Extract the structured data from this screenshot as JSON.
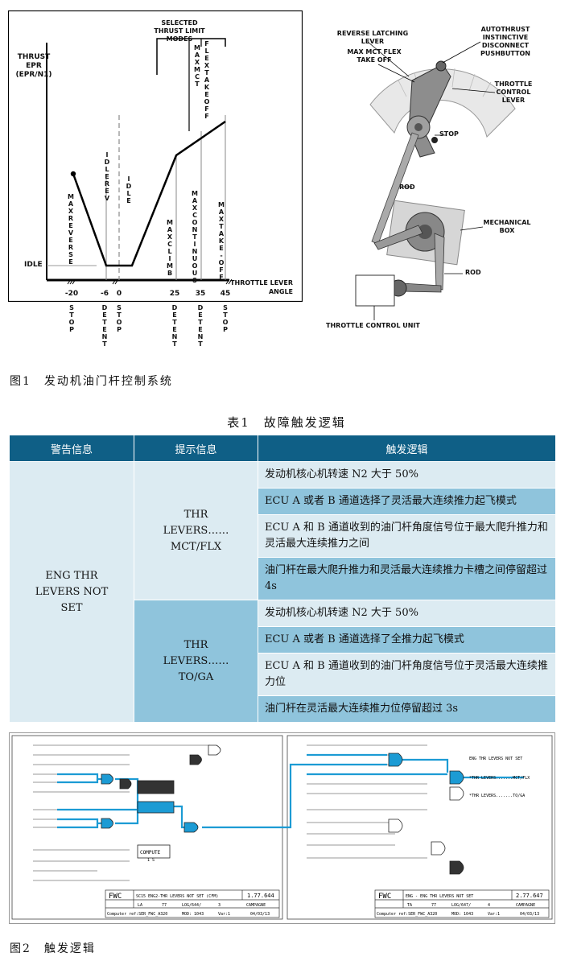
{
  "figure1": {
    "chart_data": {
      "type": "line",
      "ylabel": "THRUST\nEPR\n(EPR/N1)",
      "xlabel": "THROTTLE LEVER ANGLE",
      "x_ticks": [
        "-20",
        "-6",
        "0",
        "25",
        "35",
        "45"
      ],
      "segments": [
        {
          "name": "MAX REVERSE",
          "x": [
            -20,
            -6
          ],
          "y": [
            "max_reverse",
            "idle"
          ]
        },
        {
          "name": "IDLE",
          "x": [
            -6,
            0
          ],
          "y": [
            "idle",
            "idle"
          ]
        },
        {
          "name": "MAX CLIMB",
          "x": [
            0,
            25
          ],
          "y": [
            "idle",
            "max_climb"
          ]
        },
        {
          "name": "MAX CONTINUOUS",
          "x": [
            25,
            45
          ],
          "y": [
            "max_climb",
            "max_take_off"
          ]
        }
      ],
      "top_label": "SELECTED THRUST LIMIT MODES",
      "mode_labels": [
        "MAX MCT",
        "FLEX TAKE OFF"
      ],
      "vertical_labels": [
        "MAX REVERSE",
        "IDLE REV",
        "IDLE",
        "MAX CLIMB",
        "MAX CONTINUOUS",
        "MAX TAKE-OFF"
      ],
      "y_label_idle": "IDLE",
      "stops": [
        "STOP",
        "DETENT",
        "STOP",
        "DETENT",
        "DETENT",
        "STOP"
      ]
    },
    "diagram_labels": {
      "reverse_latching_lever": "REVERSE LATCHING LEVER",
      "max_mct_flex": "MAX MCT FLEX TAKE OFF",
      "autothrust": "AUTOTHRUST INSTINCTIVE DISCONNECT PUSHBUTTON",
      "throttle_control_lever": "THROTTLE CONTROL LEVER",
      "stop": "STOP",
      "rod1": "ROD",
      "mechanical_box": "MECHANICAL BOX",
      "rod2": "ROD",
      "throttle_control_unit": "THROTTLE CONTROL UNIT"
    },
    "caption": "图1　发动机油门杆控制系统"
  },
  "table": {
    "title": "表1　故障触发逻辑",
    "headers": [
      "警告信息",
      "提示信息",
      "触发逻辑"
    ],
    "warning": "ENG THR LEVERS NOT SET",
    "groups": [
      {
        "prompt": "THR LEVERS…… MCT/FLX",
        "logic": [
          "发动机核心机转速 N2 大于 50%",
          "ECU A 或者 B 通道选择了灵活最大连续推力起飞模式",
          "ECU A 和 B 通道收到的油门杆角度信号位于最大爬升推力和灵活最大连续推力之间",
          "油门杆在最大爬升推力和灵活最大连续推力卡槽之间停留超过 4s"
        ]
      },
      {
        "prompt": "THR LEVERS…… TO/GA",
        "logic": [
          "发动机核心机转速 N2 大于 50%",
          "ECU A 或者 B 通道选择了全推力起飞模式",
          "ECU A 和 B 通道收到的油门杆角度信号位于灵活最大连续推力位",
          "油门杆在灵活最大连续推力位停留超过 3s"
        ]
      }
    ]
  },
  "figure2": {
    "left_panel": {
      "fwc": "FWC",
      "title": "SC15 ENG2-THR LEVERS NOT SET (CFM)",
      "code": "1.77.644",
      "book": "LA",
      "chapter": "77",
      "sheet": "LOG/644/",
      "issue": "3",
      "author": "CAMPAGNE",
      "computer_ref": "Computer ref:SER_FWC_A320",
      "mod": "MOD: 1043",
      "var": "Var:1",
      "date": "04/03/13",
      "compute_block": "COMPUTE",
      "compute_value": "1 S"
    },
    "right_panel": {
      "fwc": "FWC",
      "title": "ENG - ENG THR LEVERS NOT SET",
      "code": "2.77.647",
      "book": "TA",
      "chapter": "77",
      "sheet": "LOG/647/",
      "issue": "4",
      "author": "CAMPAGNE",
      "computer_ref": "Computer ref:SER_FWC_A320",
      "mod": "MOD: 1043",
      "var": "Var:1",
      "date": "04/03/13",
      "out1": "ENG THR LEVERS NOT SET",
      "out2": "*THR LEVERS.......MCT/FLX",
      "out3": "*THR LEVERS.......TO/GA"
    },
    "caption": "图2　触发逻辑"
  },
  "colors": {
    "table_header": "#0f5f86",
    "cell_light": "#dcebf2",
    "cell_dark": "#8fc4dc",
    "logic_highlight": "#1c9bd4"
  }
}
